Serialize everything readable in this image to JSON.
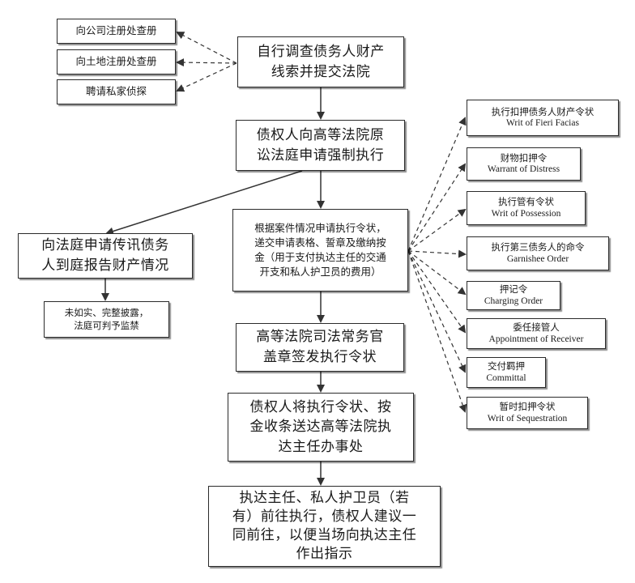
{
  "boxes": {
    "public_registry": "向公司注册处查册",
    "land_registry": "向土地注册处查册",
    "private_investigator": "聘请私家侦探",
    "self_investigate": [
      "自行调查债务人财产",
      "线索并提交法院"
    ],
    "apply_enforcement": [
      "债权人向高等法院原",
      "讼法庭申请强制执行"
    ],
    "oral_examination": [
      "向法庭申请传讯债务",
      "人到庭报告财产情况"
    ],
    "non_disclosure": [
      "未如实、完整披露，",
      "法庭可判予监禁"
    ],
    "apply_writ": [
      "根据案件情况申请执行令状，",
      "递交申请表格、誓章及缴纳按",
      "金（用于支付执达主任的交通",
      "开支和私人护卫员的费用）"
    ],
    "registrar_seal": [
      "高等法院司法常务官",
      "盖章签发执行令状"
    ],
    "deliver_writ": [
      "债权人将执行令状、按",
      "金收条送达高等法院执",
      "达主任办事处"
    ],
    "bailiff_execute": [
      "执达主任、私人护卫员（若",
      "有）前往执行，债权人建议一",
      "同前往，以便当场向执达主任",
      "作出指示"
    ]
  },
  "writs": [
    {
      "zh": "执行扣押债务人财产令状",
      "en": "Writ of Fieri Facias"
    },
    {
      "zh": "财物扣押令",
      "en": "Warrant of Distress"
    },
    {
      "zh": "执行管有令状",
      "en": "Writ of Possession"
    },
    {
      "zh": "执行第三债务人的命令",
      "en": "Garnishee Order"
    },
    {
      "zh": "押记令",
      "en": "Charging Order"
    },
    {
      "zh": "委任接管人",
      "en": "Appointment of Receiver"
    },
    {
      "zh": "交付羁押",
      "en": "Committal"
    },
    {
      "zh": "暂时扣押令状",
      "en": "Writ of Sequestration"
    }
  ],
  "colors": {
    "border": "#2b2b2b",
    "arrow": "#333333"
  }
}
